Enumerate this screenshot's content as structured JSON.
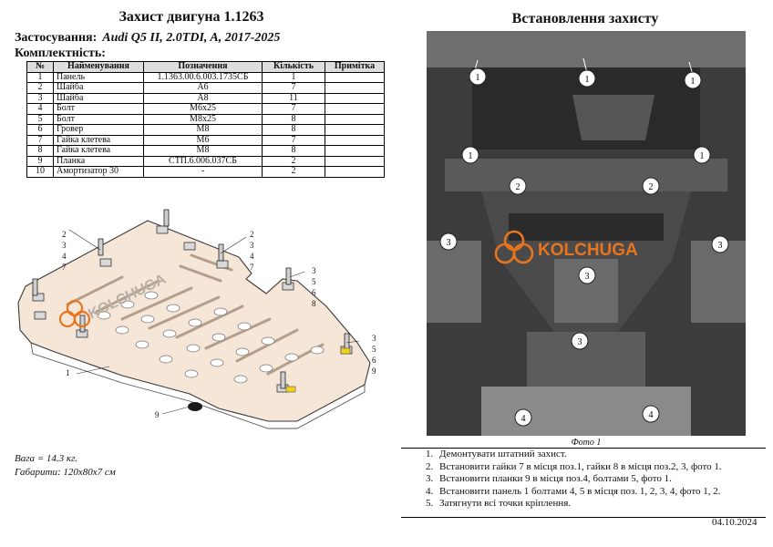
{
  "left_title": "Захист двигуна 1.1263",
  "application": {
    "label": "Застосування:",
    "value": "Audi Q5 II, 2.0TDI, A, 2017-2025"
  },
  "kit_heading": "Комплектність:",
  "table": {
    "headers": [
      "№",
      "Найменування",
      "Позначення",
      "Кількість",
      "Примітка"
    ],
    "rows": [
      [
        "1",
        "Панель",
        "1.1363.00.6.003.1735СБ",
        "1",
        ""
      ],
      [
        "2",
        "Шайба",
        "А6",
        "7",
        ""
      ],
      [
        "3",
        "Шайба",
        "А8",
        "11",
        ""
      ],
      [
        "4",
        "Болт",
        "М6х25",
        "7",
        ""
      ],
      [
        "5",
        "Болт",
        "М8х25",
        "8",
        ""
      ],
      [
        "6",
        "Гровер",
        "М8",
        "8",
        ""
      ],
      [
        "7",
        "Гайка клетева",
        "М6",
        "7",
        ""
      ],
      [
        "8",
        "Гайка клетева",
        "М8",
        "8",
        ""
      ],
      [
        "9",
        "Планка",
        "СТП.6.006.037СБ",
        "2",
        ""
      ],
      [
        "10",
        "Амортизатор 30",
        "-",
        "2",
        ""
      ]
    ]
  },
  "drawing": {
    "callout_group_a": [
      "2",
      "3",
      "4",
      "7"
    ],
    "callout_group_b": [
      "2",
      "3",
      "4",
      "7"
    ],
    "callout_group_c": [
      "3",
      "5",
      "6",
      "8"
    ],
    "callout_group_d": [
      "3",
      "5",
      "6",
      "9"
    ],
    "panel_callout": "1",
    "damper_callout": "9",
    "logo_text": "KOLCHUGA"
  },
  "weight": "Вага = 14.3 кг.",
  "dimensions": "Габарити: 120х80х7 см",
  "right_title": "Встановлення захисту",
  "photo": {
    "logo_text": "KOLCHUGA",
    "caption": "Фото 1",
    "markers": [
      "1",
      "1",
      "1",
      "1",
      "1",
      "2",
      "2",
      "3",
      "3",
      "3",
      "3",
      "4",
      "4"
    ]
  },
  "steps": [
    "Демонтувати штатний захист.",
    "Встановити гайки 7 в місця поз.1, гайки 8 в місця поз.2, 3, фото 1.",
    "Встановити планки 9 в місця поз.4, болтами 5, фото 1.",
    "Встановити панель 1 болтами 4, 5 в місця поз. 1, 2, 3, 4, фото 1, 2.",
    "Затягнути всі точки кріплення."
  ],
  "date": "04.10.2024",
  "colors": {
    "panel_fill": "#f6e6d8",
    "logo_orange": "#e8741e",
    "marker_fill": "#ffffff"
  }
}
